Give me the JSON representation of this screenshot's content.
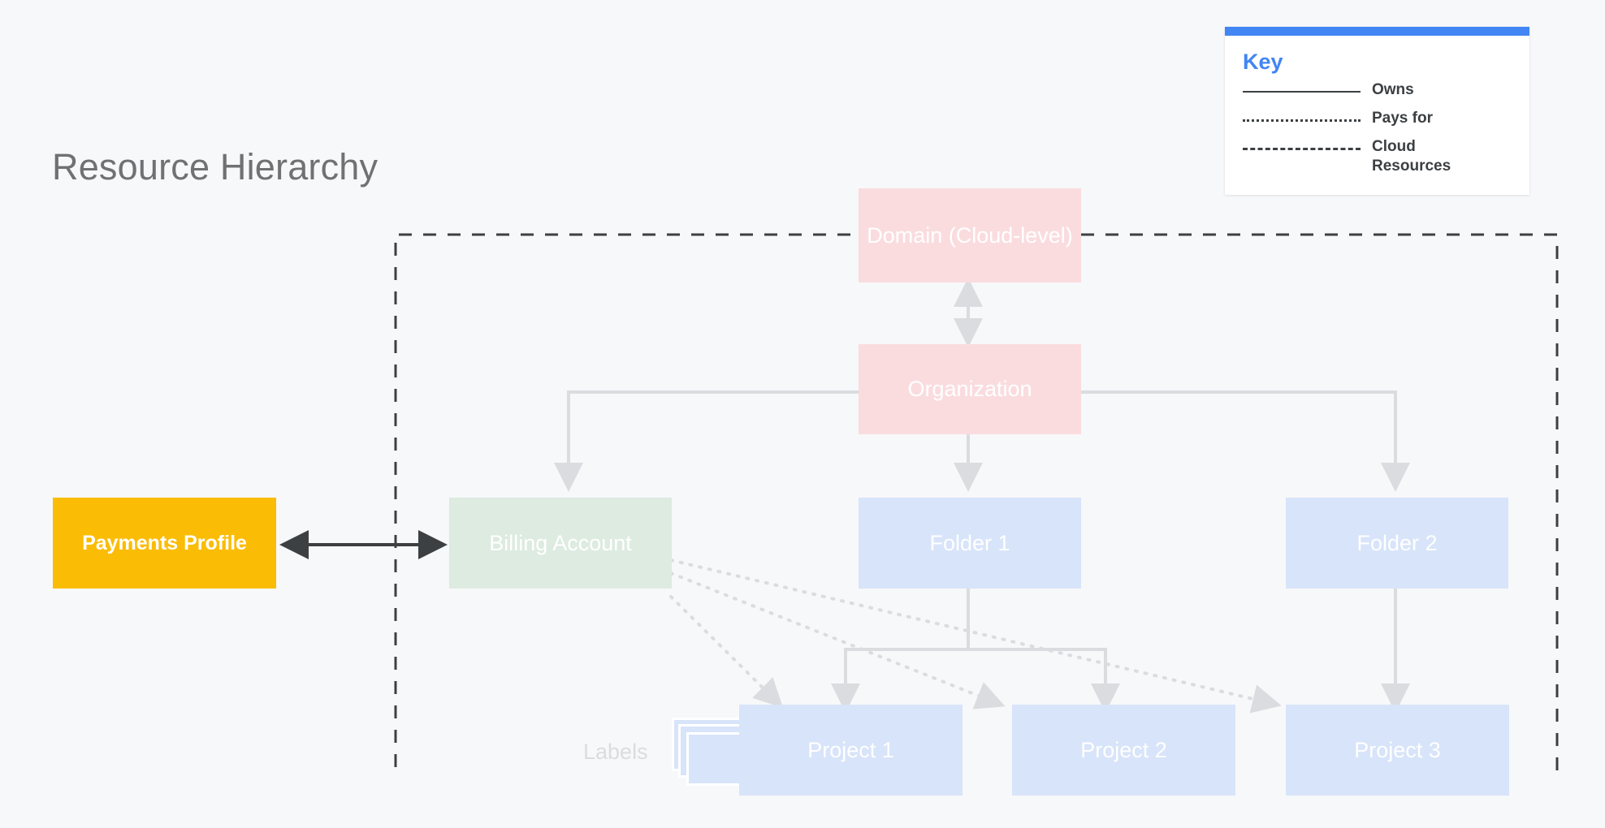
{
  "title": "Resource Hierarchy",
  "colors": {
    "background": "#F7F8FA",
    "accent_blue": "#4285F4",
    "pink_node": "#FADCDF",
    "green_node": "#DDEBE0",
    "blue_node": "#D8E4F9",
    "amber_node": "#FBBC05",
    "connector_gray": "#DADCE0",
    "dashed_boundary": "#3C4043",
    "title_gray": "#6E7275",
    "node_text": "#FFFFFF"
  },
  "legend": {
    "title": "Key",
    "rows": [
      {
        "style": "solid",
        "label": "Owns"
      },
      {
        "style": "dotted",
        "label": "Pays for"
      },
      {
        "style": "dashed",
        "label": "Cloud Resources"
      }
    ]
  },
  "nodes": {
    "domain": {
      "label": "Domain (Cloud-level)",
      "color": "pink"
    },
    "organization": {
      "label": "Organization",
      "color": "pink"
    },
    "billing": {
      "label": "Billing Account",
      "color": "green"
    },
    "payments": {
      "label": "Payments Profile",
      "color": "amber"
    },
    "folder1": {
      "label": "Folder 1",
      "color": "blue"
    },
    "folder2": {
      "label": "Folder 2",
      "color": "blue"
    },
    "project1": {
      "label": "Project 1",
      "color": "blue"
    },
    "project2": {
      "label": "Project 2",
      "color": "blue"
    },
    "project3": {
      "label": "Project 3",
      "color": "blue"
    }
  },
  "labels_annotation": "Labels",
  "edges": [
    {
      "from": "domain",
      "to": "organization",
      "style": "owns",
      "arrows": "both"
    },
    {
      "from": "organization",
      "to": "billing",
      "style": "owns",
      "arrows": "to"
    },
    {
      "from": "organization",
      "to": "folder1",
      "style": "owns",
      "arrows": "to"
    },
    {
      "from": "organization",
      "to": "folder2",
      "style": "owns",
      "arrows": "to"
    },
    {
      "from": "folder1",
      "to": "project1",
      "style": "owns",
      "arrows": "to"
    },
    {
      "from": "folder1",
      "to": "project2",
      "style": "owns",
      "arrows": "to"
    },
    {
      "from": "folder2",
      "to": "project3",
      "style": "owns",
      "arrows": "to"
    },
    {
      "from": "payments",
      "to": "billing",
      "style": "owns",
      "arrows": "both"
    },
    {
      "from": "billing",
      "to": "project1",
      "style": "pays-for",
      "arrows": "to"
    },
    {
      "from": "billing",
      "to": "project2",
      "style": "pays-for",
      "arrows": "to"
    },
    {
      "from": "billing",
      "to": "project3",
      "style": "pays-for",
      "arrows": "to"
    }
  ],
  "cloud_resources_boundary": "Cloud Resources"
}
